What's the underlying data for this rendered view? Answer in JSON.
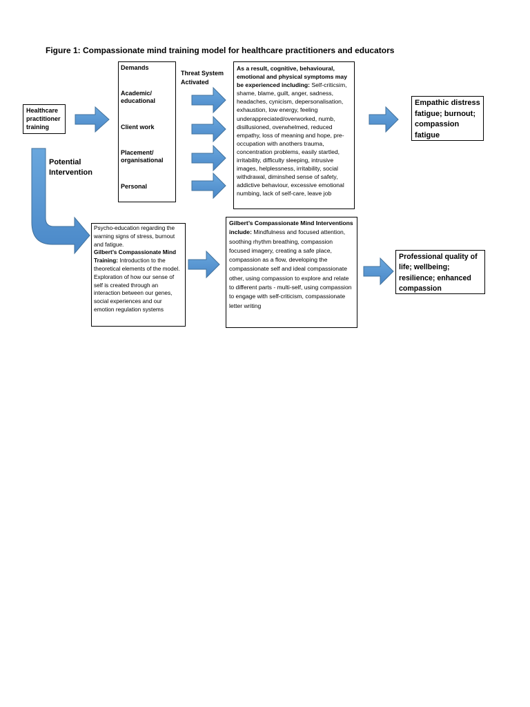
{
  "figure_title": "Figure 1: Compassionate mind training model for healthcare practitioners and educators",
  "start_box": "Healthcare practitioner training",
  "demands": {
    "heading": "Demands",
    "items": [
      "Academic/ educational",
      "Client work",
      "Placement/ organisational",
      "Personal"
    ]
  },
  "threat_label": "Threat System Activated",
  "symptoms": {
    "lead": "As a result, cognitive, behavioural, emotional and physical symptoms may be experienced including:",
    "text": "Self-criticsim, shame, blame, guilt, anger, sadness, headaches, cynicism, depersonalisation, exhaustion, low energy, feeling underappreciated/overworked, numb, disillusioned, overwhelmed, reduced empathy, loss of meaning and hope, pre-occupation with anothers trauma, concentration problems, easily startled, irritability, difficulty sleeping, intrusive images, helplessness, irritability, social withdrawal, diminshed sense of safety, addictive behaviour, excessive emotional numbing, lack of self-care, leave job"
  },
  "outcome_negative": "Empathic distress fatigue; burnout; compassion fatigue",
  "intervention_label": "Potential Intervention",
  "psycho_education": {
    "text1": "Psycho-education regarding the warning signs of stress, burnout and fatigue.",
    "lead": "Gilbert’s Compassionate Mind Training:",
    "text2": "Introduction to the theoretical elements of the model. Exploration of how our sense of self is created through an interaction between our genes, social experiences and our emotion regulation systems"
  },
  "interventions": {
    "lead": "Gilbert’s Compassionate Mind Interventions include:",
    "text": "Mindfulness and focused attention, soothing rhythm breathing, compassion focused imagery, creating a safe place, compassion as a flow, developing the compassionate self and ideal compassionate other, using compassion to explore and relate to different parts - multi-self, using compassion to engage with self-criticism, compassionate letter writing"
  },
  "outcome_positive": "Professional quality of life; wellbeing; resilience; enhanced compassion",
  "colors": {
    "arrow_fill": "#5B9BD5",
    "arrow_edge": "#41719C",
    "border": "#000000"
  }
}
